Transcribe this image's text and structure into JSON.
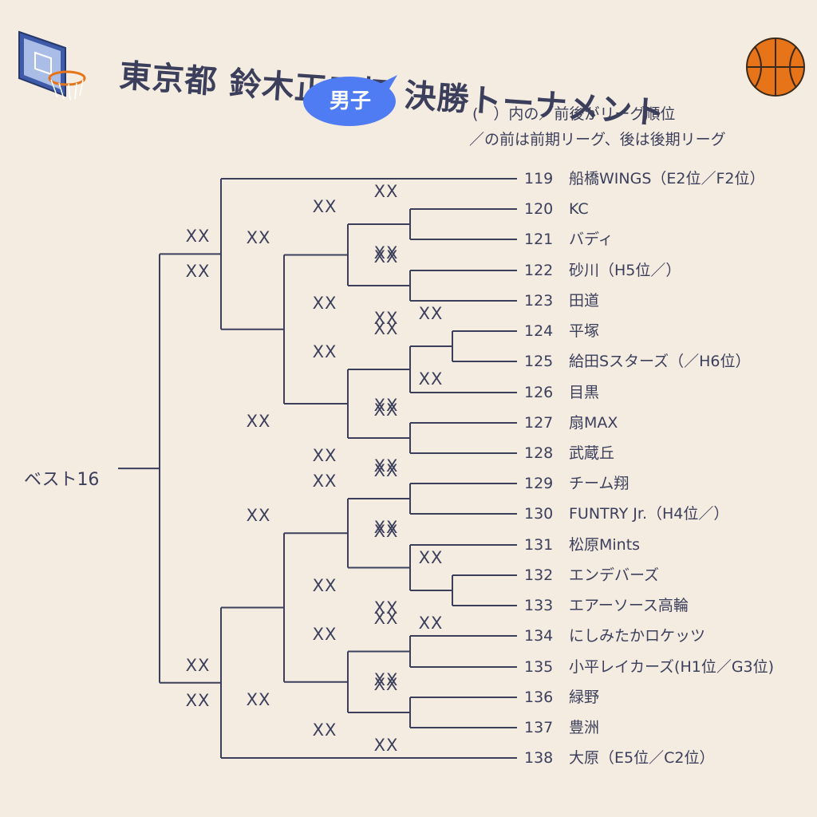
{
  "header": {
    "title": "東京都 鈴木正三杯 決勝トーナメント",
    "category": "男子",
    "note_line1": "(　）内の／前後がリーグ順位",
    "note_line2": "／の前は前期リーグ、後は後期リーグ",
    "bubble_color": "#4f7cf2"
  },
  "icons": {
    "hoop": "basketball-hoop-icon",
    "ball": "basketball-icon"
  },
  "root_label": "ベスト16",
  "teams": [
    {
      "num": "119",
      "name": "船橋WINGS（E2位／F2位）"
    },
    {
      "num": "120",
      "name": "KC"
    },
    {
      "num": "121",
      "name": "バディ"
    },
    {
      "num": "122",
      "name": "砂川（H5位／）"
    },
    {
      "num": "123",
      "name": "田道"
    },
    {
      "num": "124",
      "name": "平塚"
    },
    {
      "num": "125",
      "name": "給田Sスターズ（／H6位）"
    },
    {
      "num": "126",
      "name": "目黒"
    },
    {
      "num": "127",
      "name": "扇MAX"
    },
    {
      "num": "128",
      "name": "武蔵丘"
    },
    {
      "num": "129",
      "name": "チーム翔"
    },
    {
      "num": "130",
      "name": "FUNTRY Jr.（H4位／）"
    },
    {
      "num": "131",
      "name": "松原Mints"
    },
    {
      "num": "132",
      "name": "エンデバーズ"
    },
    {
      "num": "133",
      "name": "エアーソース高輪"
    },
    {
      "num": "134",
      "name": "にしみたかロケッツ"
    },
    {
      "num": "135",
      "name": "小平レイカーズ(H1位／G3位)"
    },
    {
      "num": "136",
      "name": "緑野"
    },
    {
      "num": "137",
      "name": "豊洲"
    },
    {
      "num": "138",
      "name": "大原（E5位／C2位）"
    }
  ],
  "score_placeholder": "XX",
  "colors": {
    "line": "#3b3f5c",
    "background": "#f4ece0",
    "ball": "#e8741a"
  }
}
